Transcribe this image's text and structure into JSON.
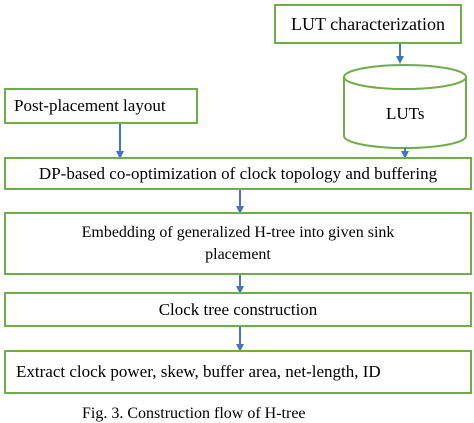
{
  "diagram": {
    "nodes": {
      "lut_characterization": "LUT characterization",
      "luts": "LUTs",
      "post_placement": "Post-placement layout",
      "dp_cooptimization": "DP-based co-optimization of clock topology and buffering",
      "embedding": "Embedding of generalized H-tree into given sink placement",
      "clock_tree": "Clock tree construction",
      "extract": "Extract clock power, skew, buffer area, net-length, ID"
    },
    "caption": "Fig. 3.  Construction flow of H-tree"
  },
  "colors": {
    "border": "#70ad47",
    "arrow": "#4472c4",
    "text": "#000000"
  }
}
